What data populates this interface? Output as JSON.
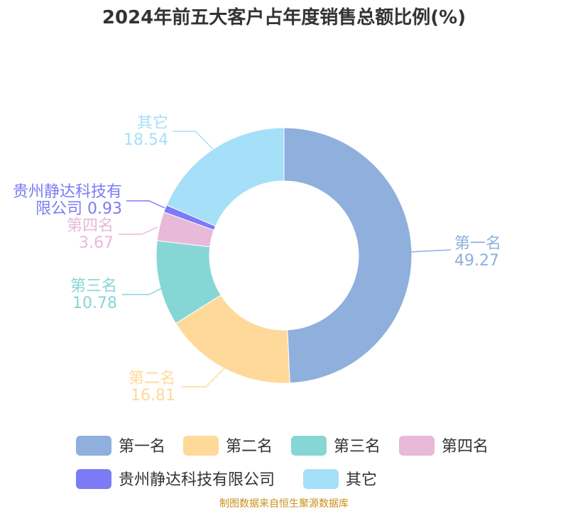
{
  "chart_data": {
    "type": "pie",
    "variant": "donut",
    "title": "2024年前五大客户占年度销售总额比例(%)",
    "categories": [
      "第一名",
      "第二名",
      "第三名",
      "第四名",
      "贵州静达科技有限公司",
      "其它"
    ],
    "values": [
      49.27,
      16.81,
      10.78,
      3.67,
      0.93,
      18.54
    ],
    "label_texts": [
      [
        "第一名",
        "49.27"
      ],
      [
        "第二名",
        "16.81"
      ],
      [
        "第三名",
        "10.78"
      ],
      [
        "第四名",
        "3.67"
      ],
      [
        "贵州静达科技有",
        "限公司 0.93"
      ],
      [
        "其它",
        "18.54"
      ]
    ],
    "colors": [
      "#8fafdc",
      "#ffd99a",
      "#86d6d6",
      "#e8b9d8",
      "#7b7bf5",
      "#a6dff8"
    ],
    "legend_position": "bottom"
  },
  "footer": "制图数据来自恒生聚源数据库"
}
